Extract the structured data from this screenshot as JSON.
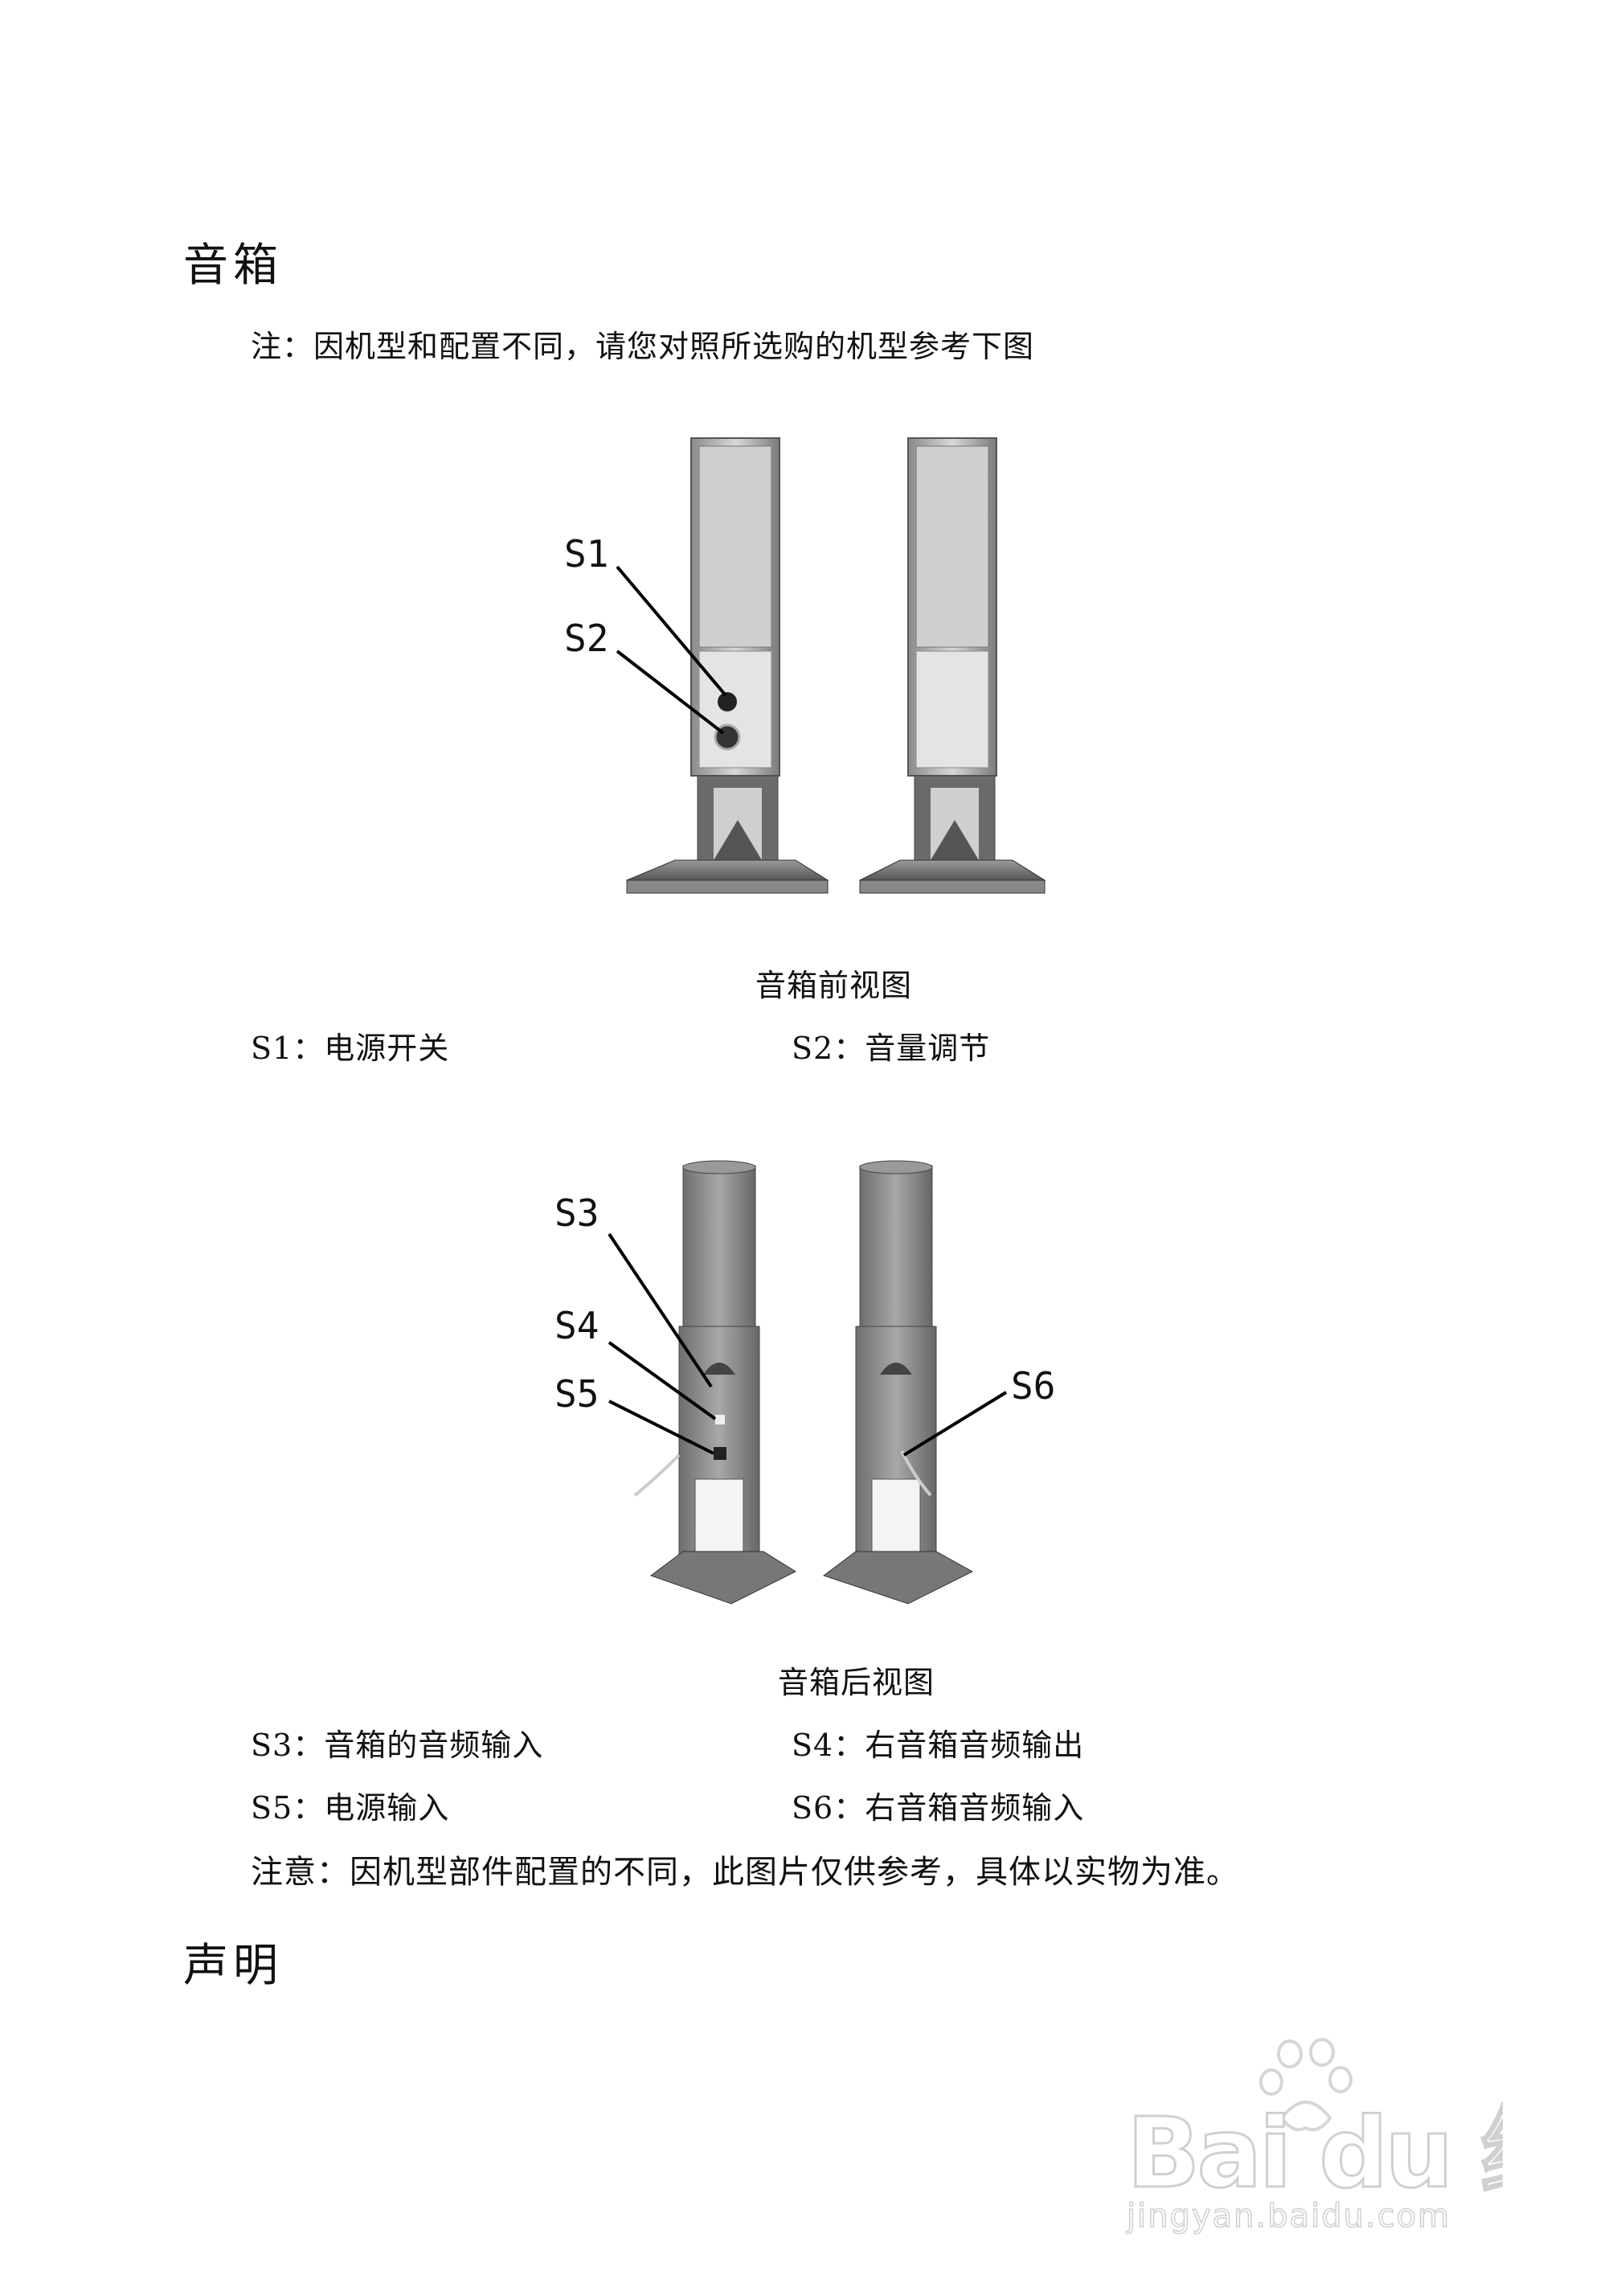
{
  "section_speakers": {
    "title": "音箱",
    "note": "注：因机型和配置不同，请您对照所选购的机型参考下图"
  },
  "front_view": {
    "callouts": [
      "S1",
      "S2"
    ],
    "caption": "音箱前视图",
    "items": [
      {
        "code": "S1：",
        "text": "电源开关"
      },
      {
        "code": "S2：",
        "text": "音量调节"
      }
    ]
  },
  "rear_view": {
    "callouts": [
      "S3",
      "S4",
      "S5",
      "S6"
    ],
    "caption": "音箱后视图",
    "items": [
      {
        "code": "S3：",
        "text": "音箱的音频输入"
      },
      {
        "code": "S4：",
        "text": "右音箱音频输出"
      },
      {
        "code": "S5：",
        "text": "电源输入"
      },
      {
        "code": "S6：",
        "text": "右音箱音频输入"
      }
    ]
  },
  "caution": "注意：因机型部件配置的不同，此图片仅供参考，具体以实物为准。",
  "section_statement": {
    "title": "声明"
  },
  "watermark": {
    "logo": "Bai du 经验",
    "url": "jingyan.baidu.com"
  }
}
